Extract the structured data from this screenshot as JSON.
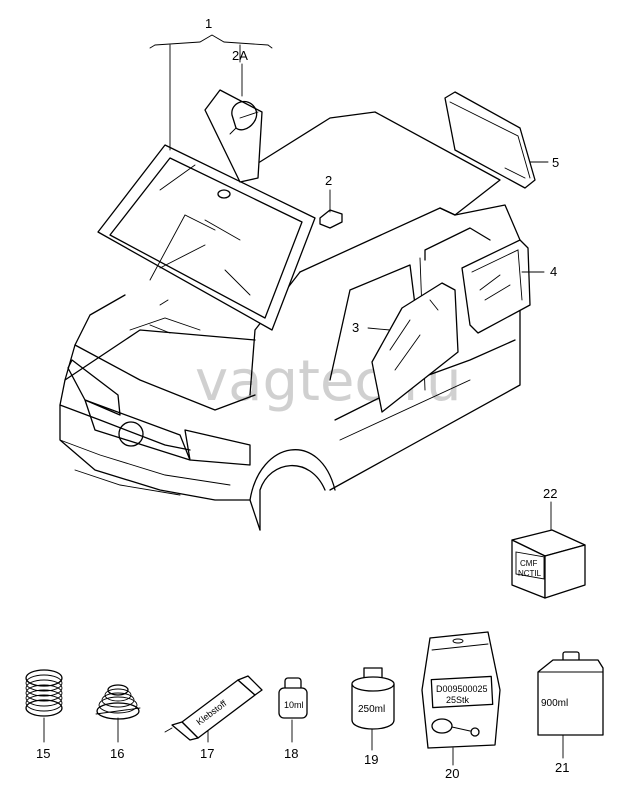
{
  "watermark": "vagtec.ru",
  "callouts": [
    "1",
    "2A",
    "2",
    "3",
    "4",
    "5",
    "22",
    "15",
    "16",
    "17",
    "18",
    "19",
    "20",
    "21"
  ],
  "labels": {
    "part22_line1": "CMF",
    "part22_line2": "NCTIL",
    "part17": "Klebstoff",
    "part18": "10ml",
    "part19": "250ml",
    "part20_line1": "D009500025",
    "part20_line2": "25Stk",
    "part21": "900ml"
  }
}
